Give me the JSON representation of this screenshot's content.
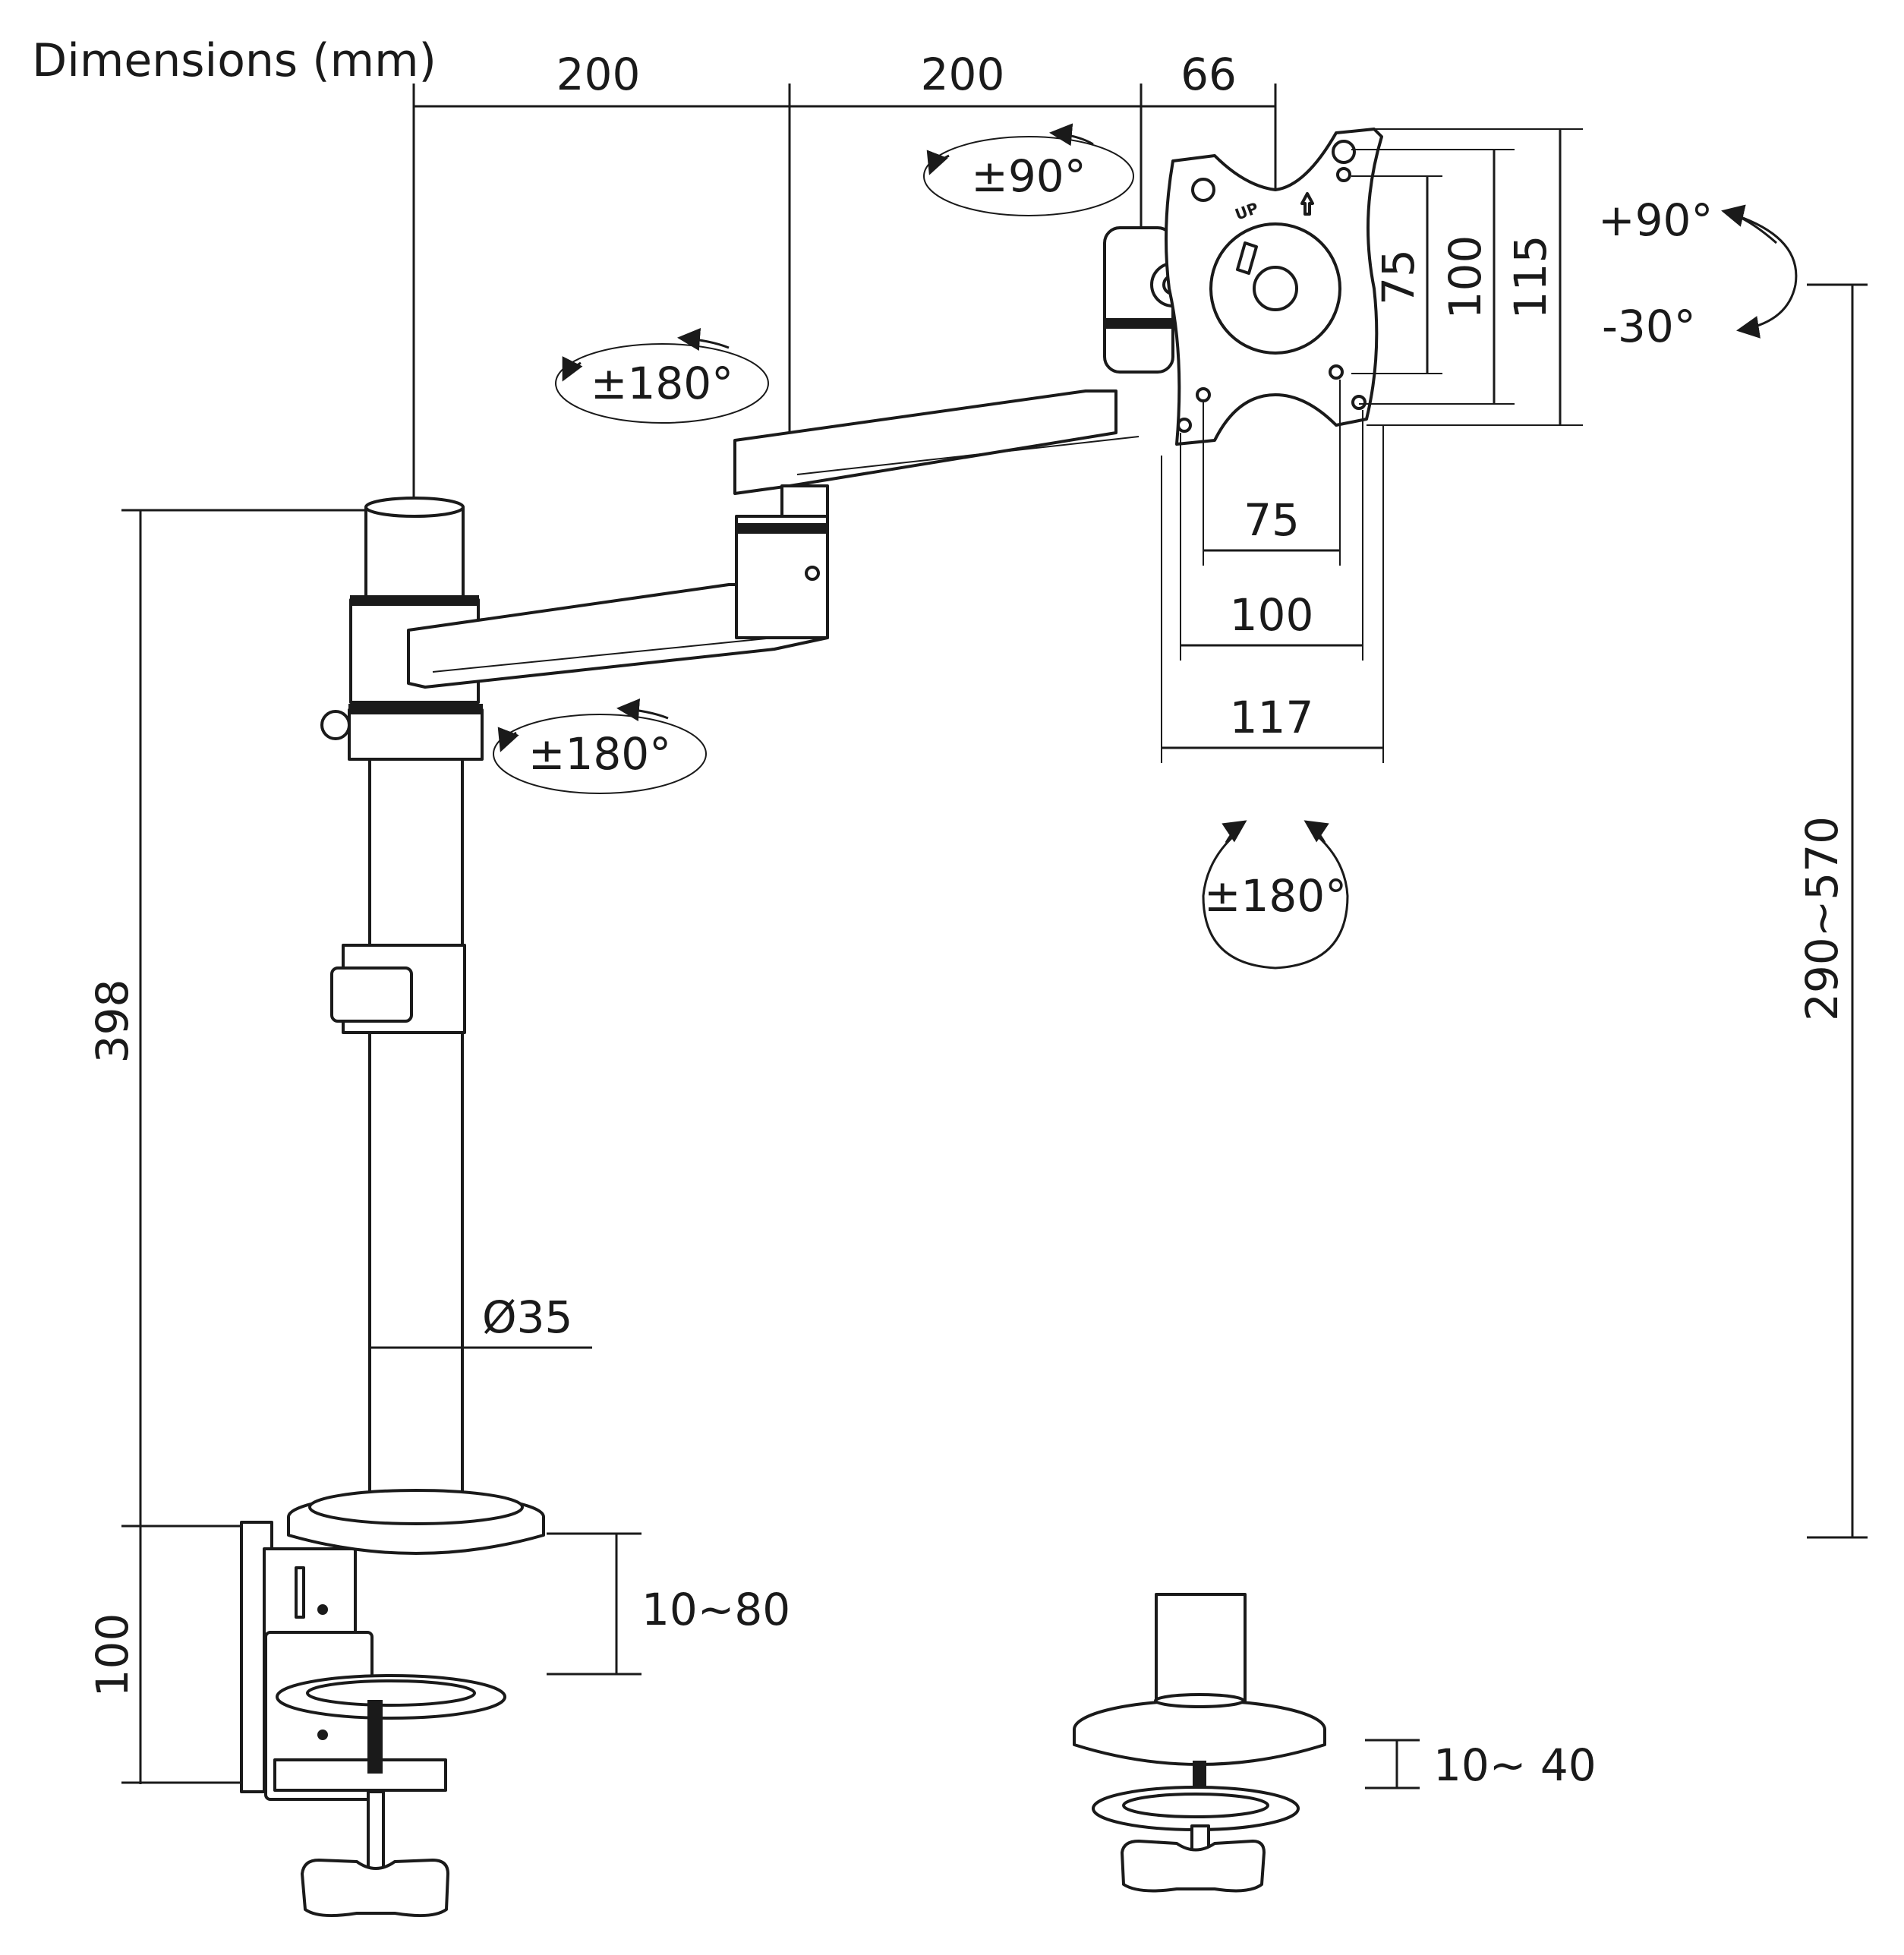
{
  "title": "Dimensions (mm)",
  "dimensions": {
    "arm1_length": "200",
    "arm2_length": "200",
    "head_offset": "66",
    "pole_height": "398",
    "clamp_height": "100",
    "pole_diameter": "Ø35",
    "clamp_range": "10~80",
    "grommet_range": "10~ 40",
    "height_range": "290~570",
    "vesa_v_small": "75",
    "vesa_v_large": "100",
    "plate_height": "115",
    "vesa_h_small": "75",
    "vesa_h_large": "100",
    "plate_width": "117"
  },
  "rotations": {
    "head_swivel": "±90°",
    "elbow_swivel": "±180°",
    "base_swivel": "±180°",
    "screen_rotation": "±180°",
    "tilt_up": "+90°",
    "tilt_down": "-30°"
  },
  "plate_marking": "UP"
}
